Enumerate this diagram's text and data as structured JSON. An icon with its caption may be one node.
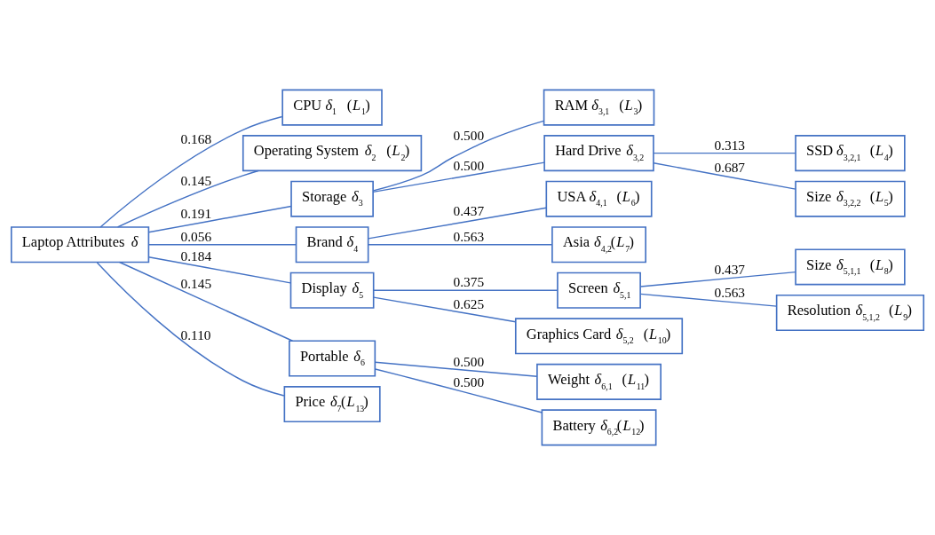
{
  "diagram": {
    "nodes": [
      {
        "text": [
          "Laptop Attributes *δ*"
        ]
      },
      {
        "text": [
          "CPU *δ*$_{1}$ (*L*$_{1}$)"
        ]
      },
      {
        "text": [
          "Operating System *δ*$_{2}$ (*L*$_{2}$)"
        ]
      },
      {
        "text": [
          "Storage *δ*$_{3}$"
        ]
      },
      {
        "text": [
          "Brand *δ*$_{4}$"
        ]
      },
      {
        "text": [
          "Display *δ*$_{5}$"
        ]
      },
      {
        "text": [
          "Portable *δ*$_{6}$"
        ]
      },
      {
        "text": [
          "Price *δ*$_{7}$(*L*$_{13}$)"
        ]
      },
      {
        "text": [
          "RAM *δ*$_{3,1}$ (*L*$_{3}$)"
        ]
      },
      {
        "text": [
          "Hard Drive *δ*$_{3,2}$"
        ]
      },
      {
        "text": [
          "USA *δ*$_{4,1}$ (*L*$_{6}$)"
        ]
      },
      {
        "text": [
          "Asia *δ*$_{4,2}$(*L*$_{7}$)"
        ]
      },
      {
        "text": [
          "Screen *δ*$_{5,1}$"
        ]
      },
      {
        "text": [
          "Graphics Card *δ*$_{5,2}$ (*L*$_{10}$)"
        ]
      },
      {
        "text": [
          "Weight *δ*$_{6,1}$ (*L*$_{11}$)"
        ]
      },
      {
        "text": [
          "Battery *δ*$_{6,2}$(*L*$_{12}$)"
        ]
      },
      {
        "text": [
          "SSD *δ*$_{3,2,1}$ (*L*$_{4}$)"
        ]
      },
      {
        "text": [
          "Size *δ*$_{3,2,2}$ (*L*$_{5}$)"
        ]
      },
      {
        "text": [
          "Size *δ*$_{5,1,1}$ (*L*$_{8}$)"
        ]
      },
      {
        "text": [
          "Resolution *δ*$_{5,1,2}$ (*L*$_{9}$)"
        ]
      }
    ],
    "edges": [
      {
        "from": 0,
        "to": 1,
        "arrow": "none",
        "label": "0.168"
      },
      {
        "from": 0,
        "to": 2,
        "arrow": "none",
        "label": "0.145"
      },
      {
        "from": 0,
        "to": 3,
        "arrow": "none",
        "label": "0.191"
      },
      {
        "from": 0,
        "to": 4,
        "arrow": "none",
        "label": "0.056"
      },
      {
        "from": 0,
        "to": 5,
        "arrow": "none",
        "label": "0.184"
      },
      {
        "from": 0,
        "to": 6,
        "arrow": "none",
        "label": "0.145"
      },
      {
        "from": 0,
        "to": 7,
        "arrow": "none",
        "label": "0.110"
      },
      {
        "from": 3,
        "to": 8,
        "arrow": "none",
        "label": "0.500"
      },
      {
        "from": 3,
        "to": 9,
        "arrow": "none",
        "label": "0.500"
      },
      {
        "from": 9,
        "to": 16,
        "arrow": "none",
        "label": "0.313"
      },
      {
        "from": 9,
        "to": 17,
        "arrow": "none",
        "label": "0.687"
      },
      {
        "from": 4,
        "to": 10,
        "arrow": "none",
        "label": "0.437"
      },
      {
        "from": 4,
        "to": 11,
        "arrow": "none",
        "label": "0.563"
      },
      {
        "from": 5,
        "to": 12,
        "arrow": "none",
        "label": "0.375"
      },
      {
        "from": 5,
        "to": 13,
        "arrow": "none",
        "label": "0.625"
      },
      {
        "from": 12,
        "to": 18,
        "arrow": "none",
        "label": "0.437"
      },
      {
        "from": 12,
        "to": 19,
        "arrow": "none",
        "label": "0.563"
      },
      {
        "from": 6,
        "to": 14,
        "arrow": "none",
        "label": "0.500"
      },
      {
        "from": 6,
        "to": 15,
        "arrow": "none",
        "label": "0.500"
      }
    ]
  }
}
